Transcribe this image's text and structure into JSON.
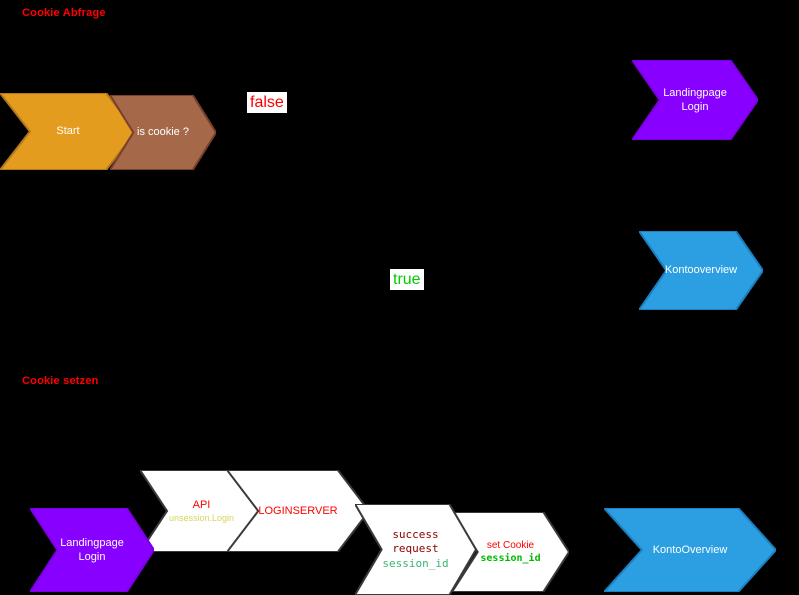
{
  "sections": {
    "top": "Cookie Abfrage",
    "bottom": "Cookie setzen"
  },
  "branch_labels": {
    "false_label": "false",
    "true_label": "true"
  },
  "nodes": {
    "start": {
      "label": "Start"
    },
    "is_cookie": {
      "label": "is cookie ?"
    },
    "landingpage_login_top": {
      "line1": "Landingpage",
      "line2": "Login"
    },
    "kontooverview_top": {
      "label": "Kontooverview"
    },
    "landingpage_login_bottom": {
      "line1": "Landingpage",
      "line2": "Login"
    },
    "api": {
      "title": "API",
      "subtitle": "unsession.Login"
    },
    "loginserver": {
      "label": "LOGINSERVER"
    },
    "success_request": {
      "line1": "success",
      "line2": "request",
      "line3": "session_id"
    },
    "set_cookie": {
      "line1": "set Cookie",
      "line2": "session_id"
    },
    "kontooverview_bottom": {
      "label": "KontoOverview"
    }
  },
  "colors": {
    "background": "#000000",
    "section_label": "#ff0000",
    "start_fill": "#e49c1e",
    "start_stroke": "#b3791c",
    "cookie_fill": "#a5694a",
    "cookie_stroke": "#7a3f2a",
    "purple_fill": "#8800ff",
    "blue_fill": "#2b9fe2",
    "white_fill": "#ffffff",
    "red_text": "#ff0000",
    "dark_red_text": "#8b0000",
    "mono_green_text": "#3cb371",
    "bright_green_text": "#00bb00",
    "yellow_text": "#d6d65e",
    "false_text": "#ff0000",
    "true_text": "#00cc00",
    "node_label_text": "#ffffff"
  }
}
